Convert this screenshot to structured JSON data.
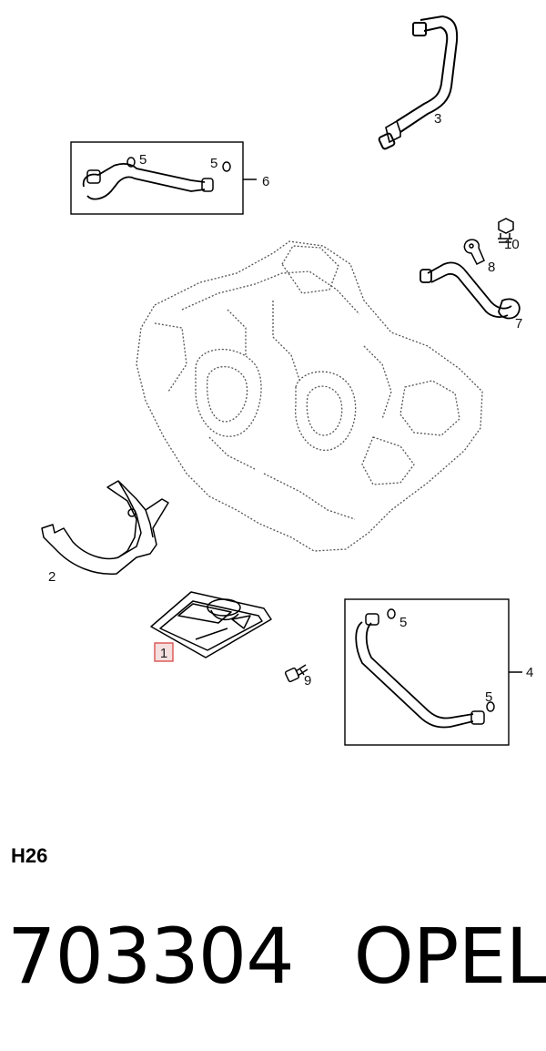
{
  "diagram": {
    "callouts": {
      "c1": "1",
      "c2": "2",
      "c3": "3",
      "c4": "4",
      "c5a": "5",
      "c5b": "5",
      "c5c": "5",
      "c5d": "5",
      "c6": "6",
      "c7": "7",
      "c8": "8",
      "c9": "9",
      "c10": "10"
    },
    "selected_part": "1",
    "highlight_color": "#d9534f"
  },
  "footer": {
    "code": "H26",
    "part_number": "703304",
    "brand": "OPEL"
  }
}
